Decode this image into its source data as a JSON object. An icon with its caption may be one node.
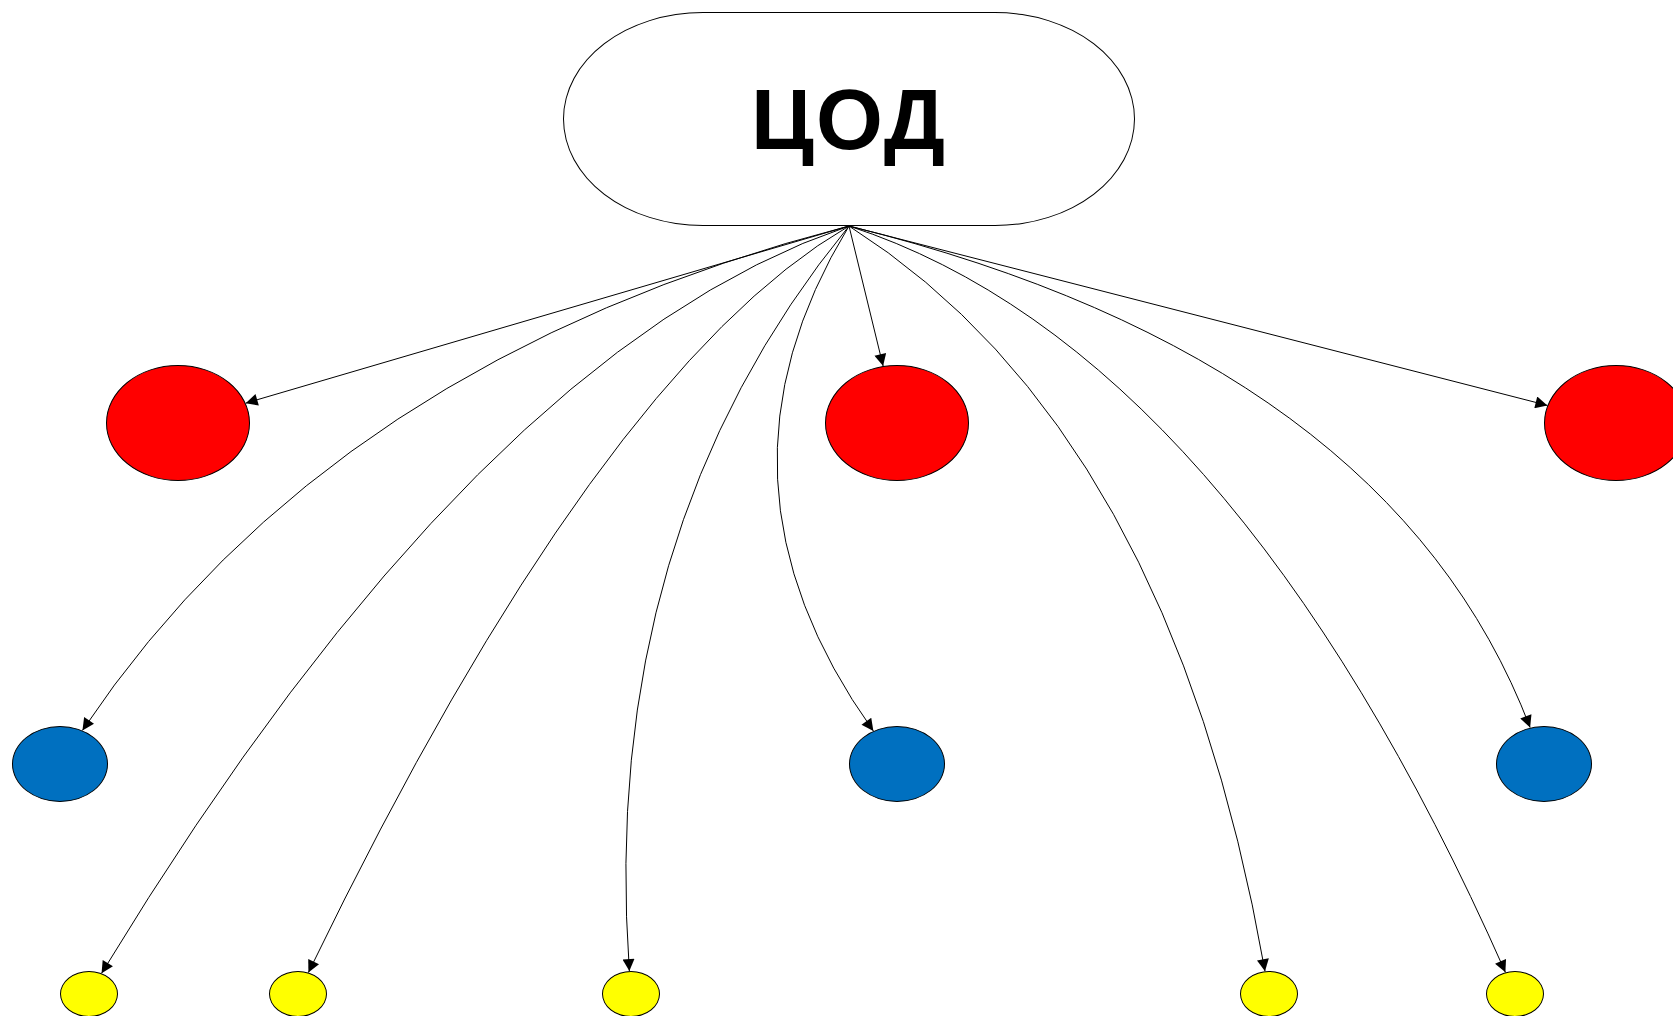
{
  "diagram": {
    "nodes": [
      {
        "text": [
          "ЦОД"
        ]
      },
      {
        "text": [],
        "shape": "circle"
      },
      {
        "text": [],
        "shape": "circle"
      },
      {
        "text": [],
        "shape": "circle"
      },
      {
        "text": [],
        "shape": "circle"
      },
      {
        "text": [],
        "shape": "circle"
      },
      {
        "text": [],
        "shape": "circle"
      },
      {
        "text": [],
        "shape": "circle"
      },
      {
        "text": [],
        "shape": "circle"
      },
      {
        "text": [],
        "shape": "circle"
      },
      {
        "text": [],
        "shape": "circle"
      },
      {
        "text": [],
        "shape": "circle"
      }
    ],
    "edges": [
      {
        "from": 0,
        "to": 1,
        "arrow": "to"
      },
      {
        "from": 0,
        "to": 2,
        "arrow": "to"
      },
      {
        "from": 0,
        "to": 3,
        "arrow": "to"
      },
      {
        "from": 0,
        "to": 4,
        "arrow": "to"
      },
      {
        "from": 0,
        "to": 5,
        "arrow": "to"
      },
      {
        "from": 0,
        "to": 6,
        "arrow": "to"
      },
      {
        "from": 0,
        "to": 7,
        "arrow": "to"
      },
      {
        "from": 0,
        "to": 8,
        "arrow": "to"
      },
      {
        "from": 0,
        "to": 9,
        "arrow": "to"
      },
      {
        "from": 0,
        "to": 10,
        "arrow": "to"
      },
      {
        "from": 0,
        "to": 11,
        "arrow": "to"
      }
    ]
  }
}
